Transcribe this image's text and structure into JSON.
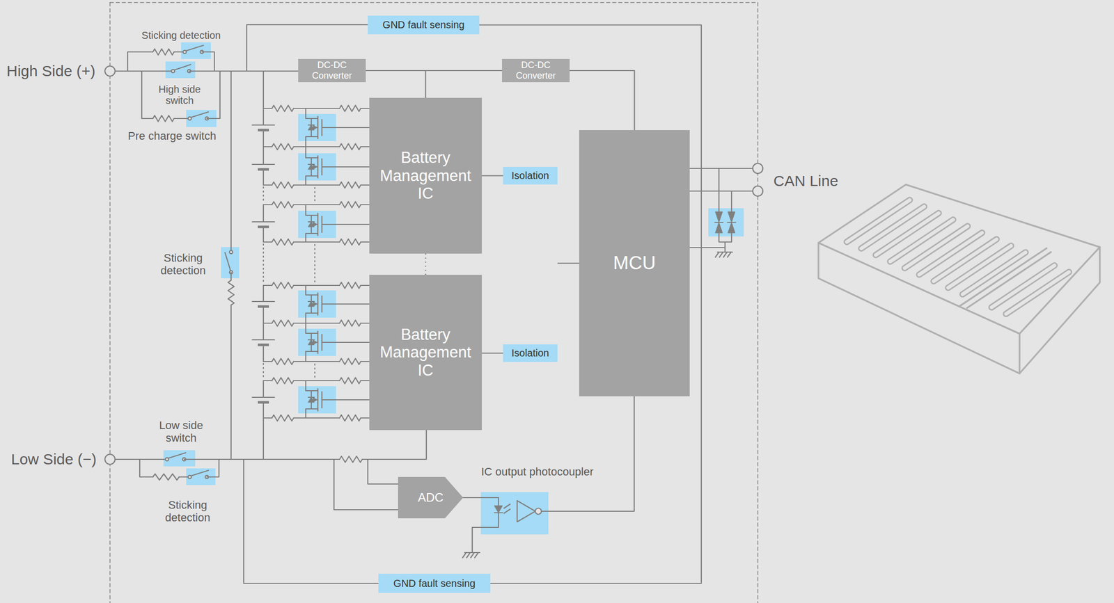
{
  "diagram": {
    "nodes": [
      {
        "text": [
          "GND fault sensing"
        ]
      },
      {
        "text": [
          "DC-DC Converter"
        ]
      },
      {
        "text": [
          "DC-DC Converter"
        ]
      },
      {
        "text": [
          "Battery Management IC"
        ]
      },
      {
        "text": [
          "Isolation"
        ]
      },
      {
        "text": [
          "MCU"
        ]
      },
      {
        "text": [
          "Battery Management IC"
        ]
      },
      {
        "text": [
          "Isolation"
        ]
      },
      {
        "text": [
          "ADC"
        ]
      },
      {
        "text": [
          "GND fault sensing"
        ]
      }
    ],
    "edges": [
      {
        "from": 1,
        "to": 2,
        "arrow": "none"
      },
      {
        "from": 1,
        "to": 3,
        "arrow": "none"
      },
      {
        "from": 2,
        "to": 5,
        "arrow": "none"
      },
      {
        "from": 3,
        "to": 4,
        "arrow": "none"
      },
      {
        "from": 4,
        "to": 5,
        "arrow": "none"
      },
      {
        "from": 3,
        "to": 6,
        "arrow": "none"
      },
      {
        "from": 6,
        "to": 7,
        "arrow": "none"
      },
      {
        "from": 7,
        "to": 5,
        "arrow": "none"
      },
      {
        "from": 0,
        "to": 9,
        "arrow": "none"
      }
    ],
    "labels": [
      "Sticking detection",
      "High Side (+)",
      "High side switch",
      "Pre charge switch",
      "Sticking detection",
      "CAN Line",
      "Low side switch",
      "Low Side (−)",
      "Sticking detection",
      "IC output photocoupler"
    ]
  }
}
